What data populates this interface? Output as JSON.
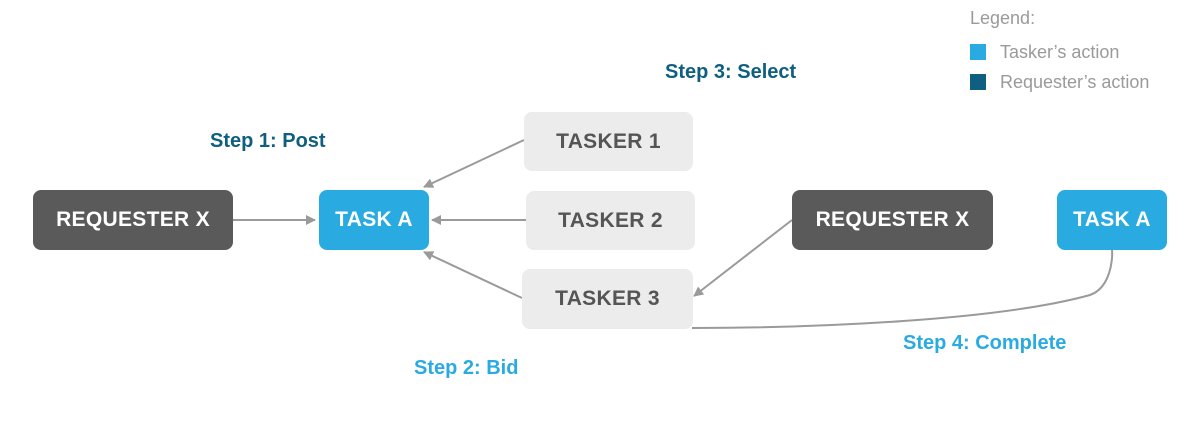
{
  "colors": {
    "tasker_action": "#29abe2",
    "requester_action": "#0f5f80",
    "requester_node": "#5a5a5a",
    "tasker_node": "#ececec",
    "connector": "#9a9a9a"
  },
  "legend": {
    "title": "Legend:",
    "items": [
      {
        "label": "Tasker’s action",
        "color": "#29abe2"
      },
      {
        "label": "Requester’s action",
        "color": "#0f5f80"
      }
    ]
  },
  "nodes": {
    "requester_x_left": "REQUESTER X",
    "task_a_left": "TASK A",
    "tasker_1": "TASKER 1",
    "tasker_2": "TASKER 2",
    "tasker_3": "TASKER 3",
    "requester_x_right": "REQUESTER X",
    "task_a_right": "TASK A"
  },
  "steps": {
    "step1": "Step 1: Post",
    "step2": "Step 2: Bid",
    "step3": "Step 3: Select",
    "step4": "Step 4: Complete"
  }
}
